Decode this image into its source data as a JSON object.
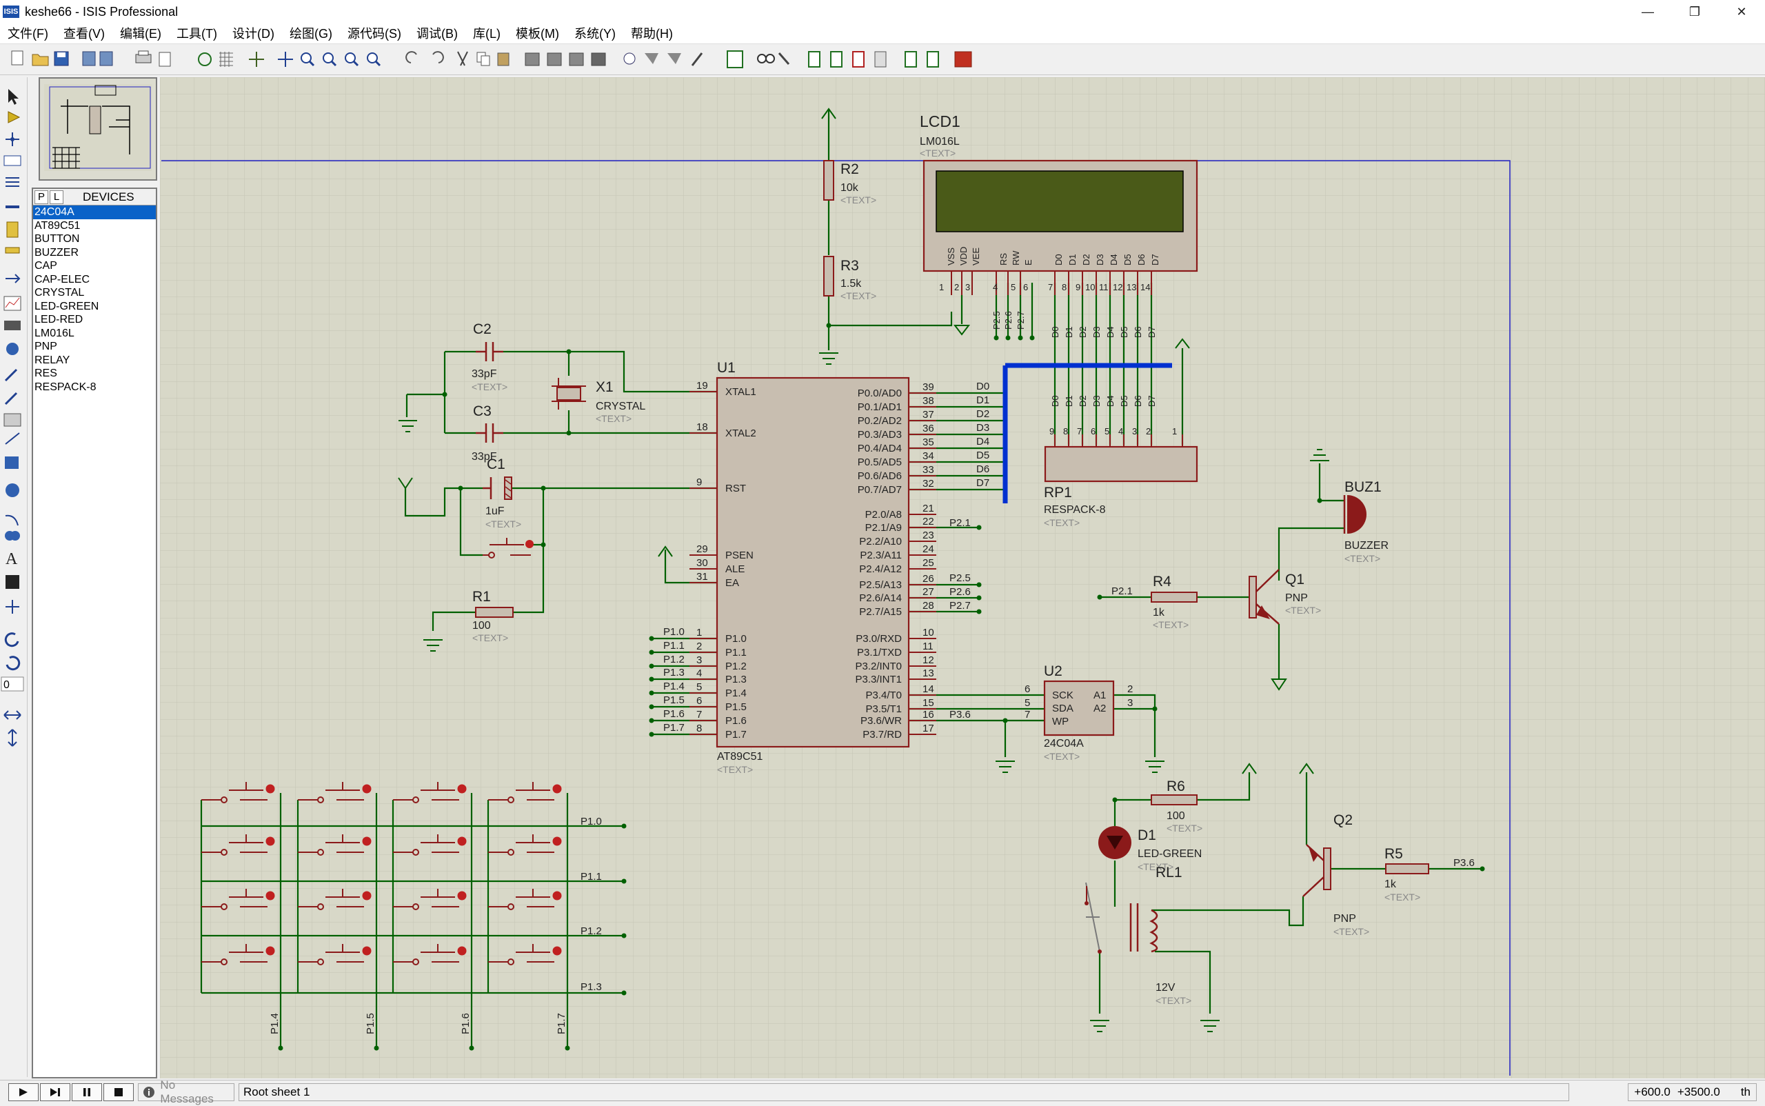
{
  "window": {
    "title": "keshe66 - ISIS Professional",
    "logo": "ISIS",
    "controls": [
      "—",
      "❐",
      "✕"
    ]
  },
  "menu": [
    "文件(F)",
    "查看(V)",
    "编辑(E)",
    "工具(T)",
    "设计(D)",
    "绘图(G)",
    "源代码(S)",
    "调试(B)",
    "库(L)",
    "模板(M)",
    "系统(Y)",
    "帮助(H)"
  ],
  "device_panel": {
    "tab_p": "P",
    "tab_l": "L",
    "title": "DEVICES",
    "items": [
      "24C04A",
      "AT89C51",
      "BUTTON",
      "BUZZER",
      "CAP",
      "CAP-ELEC",
      "CRYSTAL",
      "LED-GREEN",
      "LED-RED",
      "LM016L",
      "PNP",
      "RELAY",
      "RES",
      "RESPACK-8"
    ],
    "selected": "24C04A"
  },
  "left_tool": {
    "rotation_value": "0"
  },
  "status": {
    "messages": "No Messages",
    "sheet": "Root sheet 1",
    "x": "+600.0",
    "y": "+3500.0",
    "unit": "th"
  },
  "schematic": {
    "lcd": {
      "ref": "LCD1",
      "part": "LM016L",
      "text": "<TEXT>",
      "pins": [
        "VSS",
        "VDD",
        "VEE",
        "RS",
        "RW",
        "E",
        "D0",
        "D1",
        "D2",
        "D3",
        "D4",
        "D5",
        "D6",
        "D7"
      ],
      "pin_nums": [
        "1",
        "2",
        "3",
        "4",
        "5",
        "6",
        "7",
        "8",
        "9",
        "10",
        "11",
        "12",
        "13",
        "14"
      ],
      "ctrl_nets": [
        "P2.5",
        "P2.6",
        "P2.7"
      ]
    },
    "r2": {
      "ref": "R2",
      "value": "10k",
      "text": "<TEXT>"
    },
    "r3": {
      "ref": "R3",
      "value": "1.5k",
      "text": "<TEXT>"
    },
    "c2": {
      "ref": "C2",
      "value": "33pF",
      "text": "<TEXT>"
    },
    "c3": {
      "ref": "C3",
      "value": "33pF",
      "text": "<TEXT>"
    },
    "c1": {
      "ref": "C1",
      "value": "1uF",
      "text": "<TEXT>"
    },
    "x1": {
      "ref": "X1",
      "value": "CRYSTAL",
      "text": "<TEXT>"
    },
    "r1": {
      "ref": "R1",
      "value": "100",
      "text": "<TEXT>"
    },
    "u1": {
      "ref": "U1",
      "part": "AT89C51",
      "text": "<TEXT>",
      "left_pins": [
        {
          "n": "19",
          "name": "XTAL1"
        },
        {
          "n": "18",
          "name": "XTAL2"
        },
        {
          "n": "9",
          "name": "RST"
        },
        {
          "n": "29",
          "name": "PSEN"
        },
        {
          "n": "30",
          "name": "ALE"
        },
        {
          "n": "31",
          "name": "EA"
        },
        {
          "n": "1",
          "name": "P1.0"
        },
        {
          "n": "2",
          "name": "P1.1"
        },
        {
          "n": "3",
          "name": "P1.2"
        },
        {
          "n": "4",
          "name": "P1.3"
        },
        {
          "n": "5",
          "name": "P1.4"
        },
        {
          "n": "6",
          "name": "P1.5"
        },
        {
          "n": "7",
          "name": "P1.6"
        },
        {
          "n": "8",
          "name": "P1.7"
        }
      ],
      "right_pins": [
        {
          "n": "39",
          "name": "P0.0/AD0"
        },
        {
          "n": "38",
          "name": "P0.1/AD1"
        },
        {
          "n": "37",
          "name": "P0.2/AD2"
        },
        {
          "n": "36",
          "name": "P0.3/AD3"
        },
        {
          "n": "35",
          "name": "P0.4/AD4"
        },
        {
          "n": "34",
          "name": "P0.5/AD5"
        },
        {
          "n": "33",
          "name": "P0.6/AD6"
        },
        {
          "n": "32",
          "name": "P0.7/AD7"
        },
        {
          "n": "21",
          "name": "P2.0/A8"
        },
        {
          "n": "22",
          "name": "P2.1/A9"
        },
        {
          "n": "23",
          "name": "P2.2/A10"
        },
        {
          "n": "24",
          "name": "P2.3/A11"
        },
        {
          "n": "25",
          "name": "P2.4/A12"
        },
        {
          "n": "26",
          "name": "P2.5/A13"
        },
        {
          "n": "27",
          "name": "P2.6/A14"
        },
        {
          "n": "28",
          "name": "P2.7/A15"
        },
        {
          "n": "10",
          "name": "P3.0/RXD"
        },
        {
          "n": "11",
          "name": "P3.1/TXD"
        },
        {
          "n": "12",
          "name": "P3.2/INT0"
        },
        {
          "n": "13",
          "name": "P3.3/INT1"
        },
        {
          "n": "14",
          "name": "P3.4/T0"
        },
        {
          "n": "15",
          "name": "P3.5/T1"
        },
        {
          "n": "16",
          "name": "P3.6/WR"
        },
        {
          "n": "17",
          "name": "P3.7/RD"
        }
      ],
      "d_nets": [
        "D0",
        "D1",
        "D2",
        "D3",
        "D4",
        "D5",
        "D6",
        "D7"
      ],
      "p1_nets": [
        "P1.0",
        "P1.1",
        "P1.2",
        "P1.3",
        "P1.4",
        "P1.5",
        "P1.6",
        "P1.7"
      ],
      "p2_nets": {
        "p21": "P2.1",
        "p25": "P2.5",
        "p26": "P2.6",
        "p27": "P2.7"
      },
      "p36_net": "P3.6"
    },
    "rp1": {
      "ref": "RP1",
      "part": "RESPACK-8",
      "text": "<TEXT>",
      "pins": [
        "9",
        "8",
        "7",
        "6",
        "5",
        "4",
        "3",
        "2",
        "1"
      ]
    },
    "u2": {
      "ref": "U2",
      "part": "24C04A",
      "text": "<TEXT>",
      "pins_l": [
        {
          "n": "6",
          "name": "SCK"
        },
        {
          "n": "5",
          "name": "SDA"
        },
        {
          "n": "7",
          "name": "WP"
        }
      ],
      "pins_r": [
        {
          "n": "2",
          "name": "A1"
        },
        {
          "n": "3",
          "name": "A2"
        }
      ]
    },
    "buz1": {
      "ref": "BUZ1",
      "part": "BUZZER",
      "text": "<TEXT>"
    },
    "q1": {
      "ref": "Q1",
      "part": "PNP",
      "text": "<TEXT>"
    },
    "r4": {
      "ref": "R4",
      "value": "1k",
      "text": "<TEXT>",
      "net": "P2.1"
    },
    "r6": {
      "ref": "R6",
      "value": "100",
      "text": "<TEXT>"
    },
    "d1": {
      "ref": "D1",
      "part": "LED-GREEN",
      "text": "<TEXT>"
    },
    "rl1": {
      "ref": "RL1",
      "value": "12V",
      "text": "<TEXT>"
    },
    "q2": {
      "ref": "Q2",
      "part": "PNP",
      "text": "<TEXT>"
    },
    "r5": {
      "ref": "R5",
      "value": "1k",
      "text": "<TEXT>",
      "net": "P3.6"
    },
    "keypad": {
      "row_nets": [
        "P1.0",
        "P1.1",
        "P1.2",
        "P1.3"
      ],
      "col_nets": [
        "P1.4",
        "P1.5",
        "P1.6",
        "P1.7"
      ]
    }
  },
  "colors": {
    "wire": "#006000",
    "component": "#8b1a1a",
    "body": "#c8beb0",
    "sheet": "#d8d8c8",
    "bus": "#0030d0",
    "border": "#2020c0",
    "text_grey": "#888888"
  }
}
